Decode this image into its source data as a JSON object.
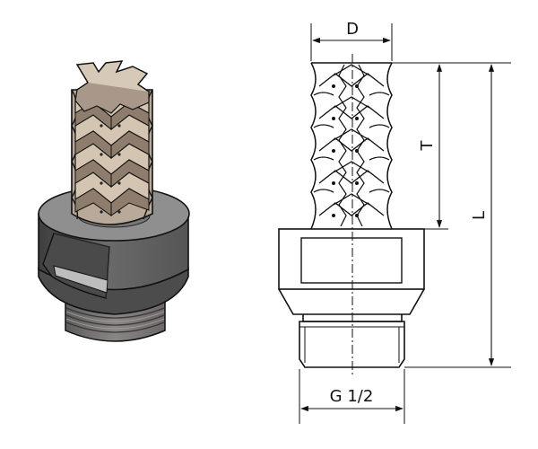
{
  "labels": {
    "diameter": "D",
    "thread_depth": "T",
    "length": "L",
    "thread": "G 1/2"
  },
  "colors": {
    "outline": "#111111",
    "body_dark": "#4a4a4a",
    "body_mid": "#6e6e6e",
    "body_light": "#8c8c8c",
    "top_face": "#9a9a9a",
    "thread": "#7a7878",
    "ceramic": "#b8a898",
    "ceramic_light": "#d6c8b6",
    "ceramic_dark": "#8d7c6b"
  }
}
